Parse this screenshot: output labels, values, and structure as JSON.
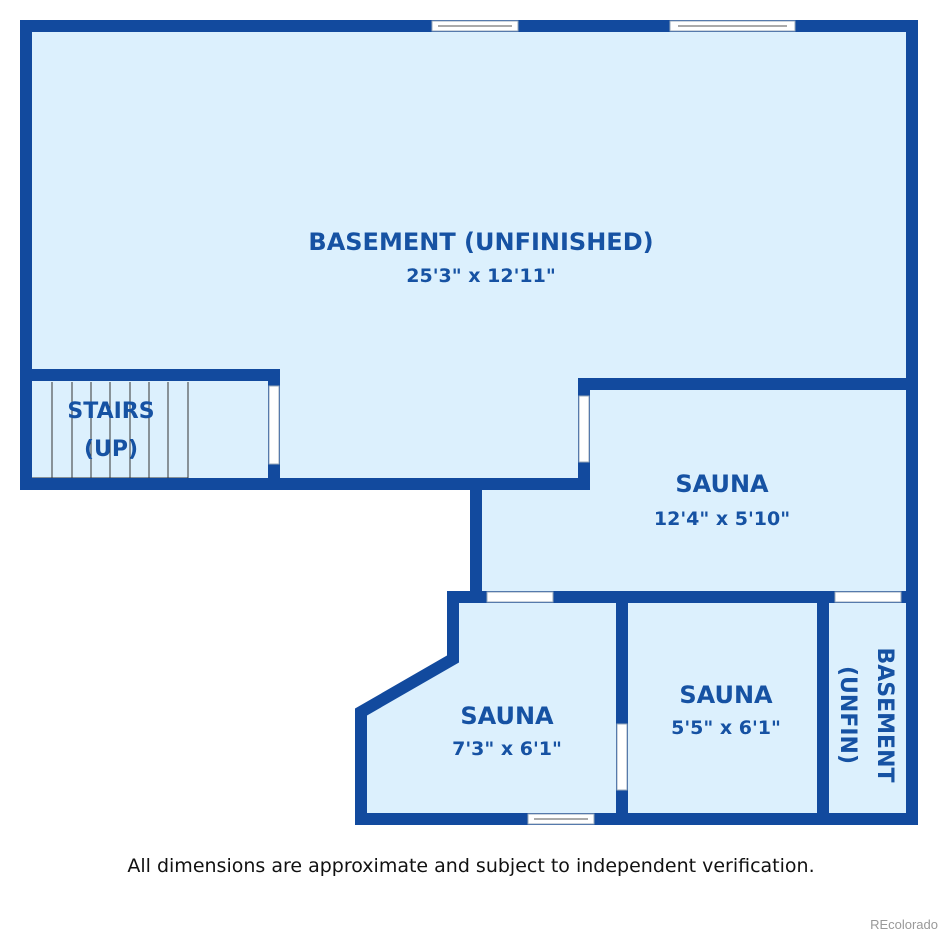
{
  "rooms": {
    "basement_main": {
      "name": "BASEMENT (UNFINISHED)",
      "dims": "25'3\" x 12'11\""
    },
    "stairs": {
      "line1": "STAIRS",
      "line2": "(UP)"
    },
    "sauna_1": {
      "name": "SAUNA",
      "dims": "12'4\" x 5'10\""
    },
    "sauna_2": {
      "name": "SAUNA",
      "dims": "7'3\" x 6'1\""
    },
    "sauna_3": {
      "name": "SAUNA",
      "dims": "5'5\" x 6'1\""
    },
    "basement_small": {
      "line1": "BASEMENT",
      "line2": "(UNFIN)"
    }
  },
  "disclaimer": "All dimensions are approximate and subject to independent verification.",
  "credit": "REcolorado",
  "colors": {
    "wall": "#124a9e",
    "floor": "#dcf0fd",
    "label": "#1652a3"
  }
}
